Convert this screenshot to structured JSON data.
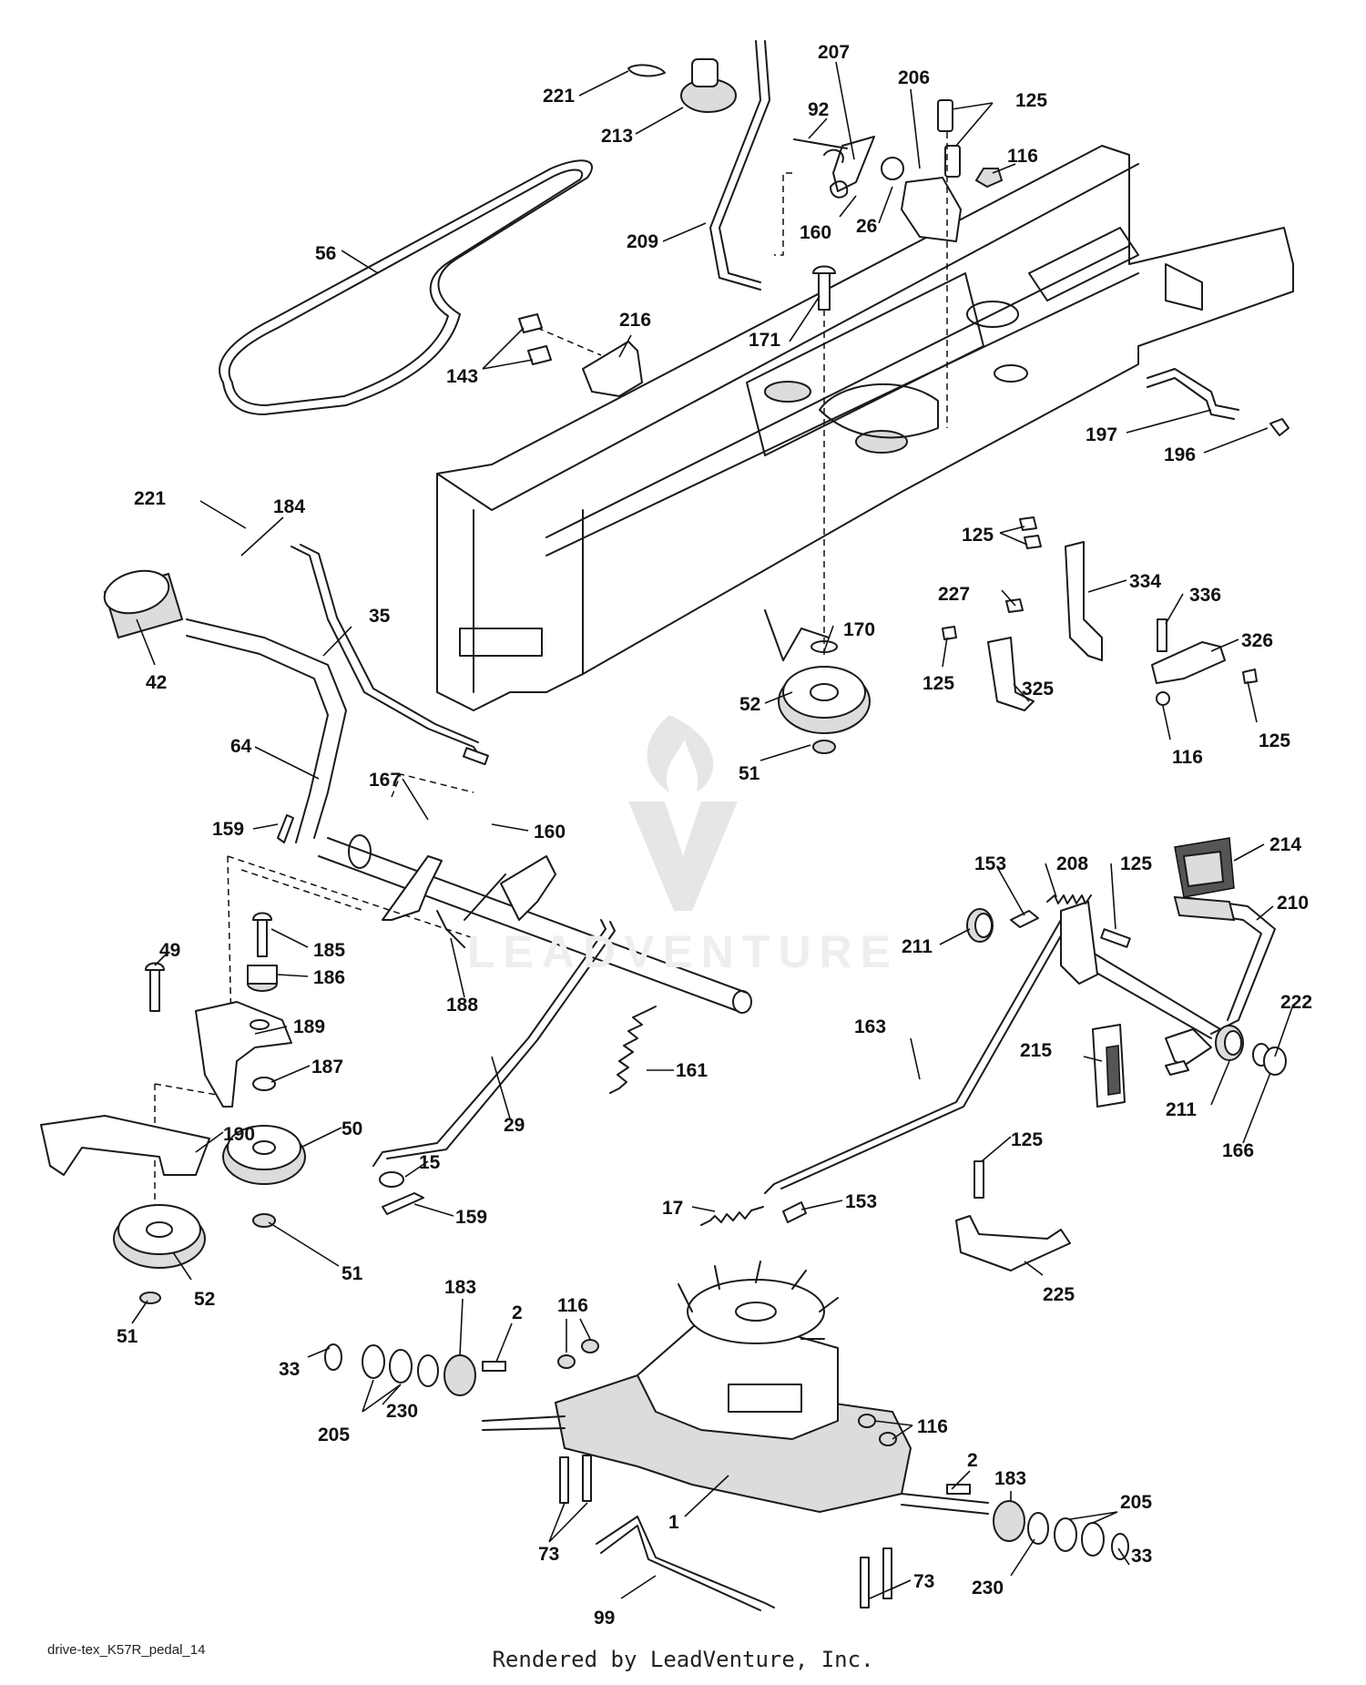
{
  "diagram": {
    "watermark_text": "LEADVENTURE",
    "drawing_id": "drive-tex_K57R_pedal_14",
    "rendered_by": "Rendered by LeadVenture, Inc.",
    "callouts": [
      {
        "id": "c221a",
        "label": "221"
      },
      {
        "id": "c213",
        "label": "213"
      },
      {
        "id": "c207",
        "label": "207"
      },
      {
        "id": "c206",
        "label": "206"
      },
      {
        "id": "c125a",
        "label": "125"
      },
      {
        "id": "c92",
        "label": "92"
      },
      {
        "id": "c116a",
        "label": "116"
      },
      {
        "id": "c56",
        "label": "56"
      },
      {
        "id": "c160a",
        "label": "160"
      },
      {
        "id": "c26",
        "label": "26"
      },
      {
        "id": "c209",
        "label": "209"
      },
      {
        "id": "c216",
        "label": "216"
      },
      {
        "id": "c171",
        "label": "171"
      },
      {
        "id": "c143",
        "label": "143"
      },
      {
        "id": "c197",
        "label": "197"
      },
      {
        "id": "c196",
        "label": "196"
      },
      {
        "id": "c221b",
        "label": "221"
      },
      {
        "id": "c184",
        "label": "184"
      },
      {
        "id": "c125b",
        "label": "125"
      },
      {
        "id": "c334",
        "label": "334"
      },
      {
        "id": "c35",
        "label": "35"
      },
      {
        "id": "c227",
        "label": "227"
      },
      {
        "id": "c336",
        "label": "336"
      },
      {
        "id": "c170",
        "label": "170"
      },
      {
        "id": "c326",
        "label": "326"
      },
      {
        "id": "c42",
        "label": "42"
      },
      {
        "id": "c125c",
        "label": "125"
      },
      {
        "id": "c52a",
        "label": "52"
      },
      {
        "id": "c325",
        "label": "325"
      },
      {
        "id": "c125d",
        "label": "125"
      },
      {
        "id": "c116b",
        "label": "116"
      },
      {
        "id": "c64",
        "label": "64"
      },
      {
        "id": "c51a",
        "label": "51"
      },
      {
        "id": "c167",
        "label": "167"
      },
      {
        "id": "c159a",
        "label": "159"
      },
      {
        "id": "c160b",
        "label": "160"
      },
      {
        "id": "c214",
        "label": "214"
      },
      {
        "id": "c153a",
        "label": "153"
      },
      {
        "id": "c208",
        "label": "208"
      },
      {
        "id": "c125e",
        "label": "125"
      },
      {
        "id": "c210",
        "label": "210"
      },
      {
        "id": "c49",
        "label": "49"
      },
      {
        "id": "c185",
        "label": "185"
      },
      {
        "id": "c211a",
        "label": "211"
      },
      {
        "id": "c186",
        "label": "186"
      },
      {
        "id": "c188",
        "label": "188"
      },
      {
        "id": "c222",
        "label": "222"
      },
      {
        "id": "c163",
        "label": "163"
      },
      {
        "id": "c189",
        "label": "189"
      },
      {
        "id": "c215",
        "label": "215"
      },
      {
        "id": "c161",
        "label": "161"
      },
      {
        "id": "c187",
        "label": "187"
      },
      {
        "id": "c211b",
        "label": "211"
      },
      {
        "id": "c29",
        "label": "29"
      },
      {
        "id": "c50",
        "label": "50"
      },
      {
        "id": "c166",
        "label": "166"
      },
      {
        "id": "c190",
        "label": "190"
      },
      {
        "id": "c125f",
        "label": "125"
      },
      {
        "id": "c15",
        "label": "15"
      },
      {
        "id": "c159b",
        "label": "159"
      },
      {
        "id": "c17",
        "label": "17"
      },
      {
        "id": "c153b",
        "label": "153"
      },
      {
        "id": "c51b",
        "label": "51"
      },
      {
        "id": "c52b",
        "label": "52"
      },
      {
        "id": "c225",
        "label": "225"
      },
      {
        "id": "c51c",
        "label": "51"
      },
      {
        "id": "c183a",
        "label": "183"
      },
      {
        "id": "c116c",
        "label": "116"
      },
      {
        "id": "c2a",
        "label": "2"
      },
      {
        "id": "c33a",
        "label": "33"
      },
      {
        "id": "c230a",
        "label": "230"
      },
      {
        "id": "c205a",
        "label": "205"
      },
      {
        "id": "c116d",
        "label": "116"
      },
      {
        "id": "c2b",
        "label": "2"
      },
      {
        "id": "c183b",
        "label": "183"
      },
      {
        "id": "c1",
        "label": "1"
      },
      {
        "id": "c205b",
        "label": "205"
      },
      {
        "id": "c73a",
        "label": "73"
      },
      {
        "id": "c33b",
        "label": "33"
      },
      {
        "id": "c99",
        "label": "99"
      },
      {
        "id": "c73b",
        "label": "73"
      },
      {
        "id": "c230b",
        "label": "230"
      }
    ]
  }
}
